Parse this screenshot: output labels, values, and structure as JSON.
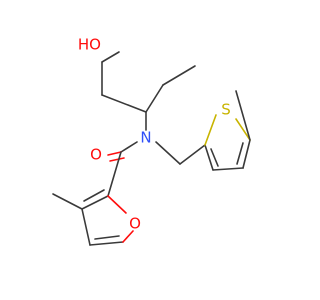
{
  "molecule": {
    "atoms": {
      "hydroxyl": "HO",
      "thiophene_sulfur": "S",
      "amide_nitrogen": "N",
      "carbonyl_oxygen": "O",
      "furan_oxygen": "O"
    },
    "colors": {
      "carbon_bond": "#3a3a3a",
      "nitrogen": "#3050f8",
      "oxygen": "#ff0d0d",
      "sulfur": "#c8b400",
      "background": "#ffffff"
    }
  }
}
